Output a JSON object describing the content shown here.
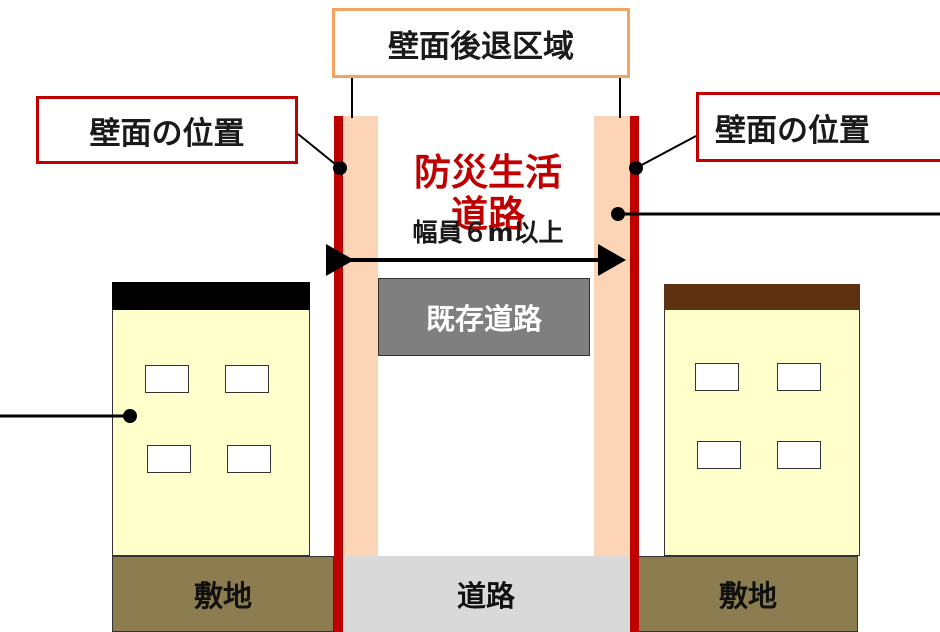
{
  "labels": {
    "setback_zone": "壁面後退区域",
    "wall_position_left": "壁面の位置",
    "wall_position_right": "壁面の位置",
    "road_title": "防災生活\n道路",
    "width_label": "幅員６m以上",
    "existing_road": "既存道路",
    "site_left": "敷地",
    "road": "道路",
    "site_right": "敷地"
  },
  "colors": {
    "wall_line": "#c00000",
    "setback_fill": "#fbd5b5",
    "setback_box_border": "#f4a460",
    "wall_box_border": "#c00000",
    "road_title": "#c00000",
    "building": "#ffffcc",
    "building_left_roof": "#000000",
    "building_right_roof": "#5c3010",
    "site_ground": "#8b7d4f",
    "road_ground": "#d9d9d9",
    "existing_road_box": "#7f7f7f"
  }
}
